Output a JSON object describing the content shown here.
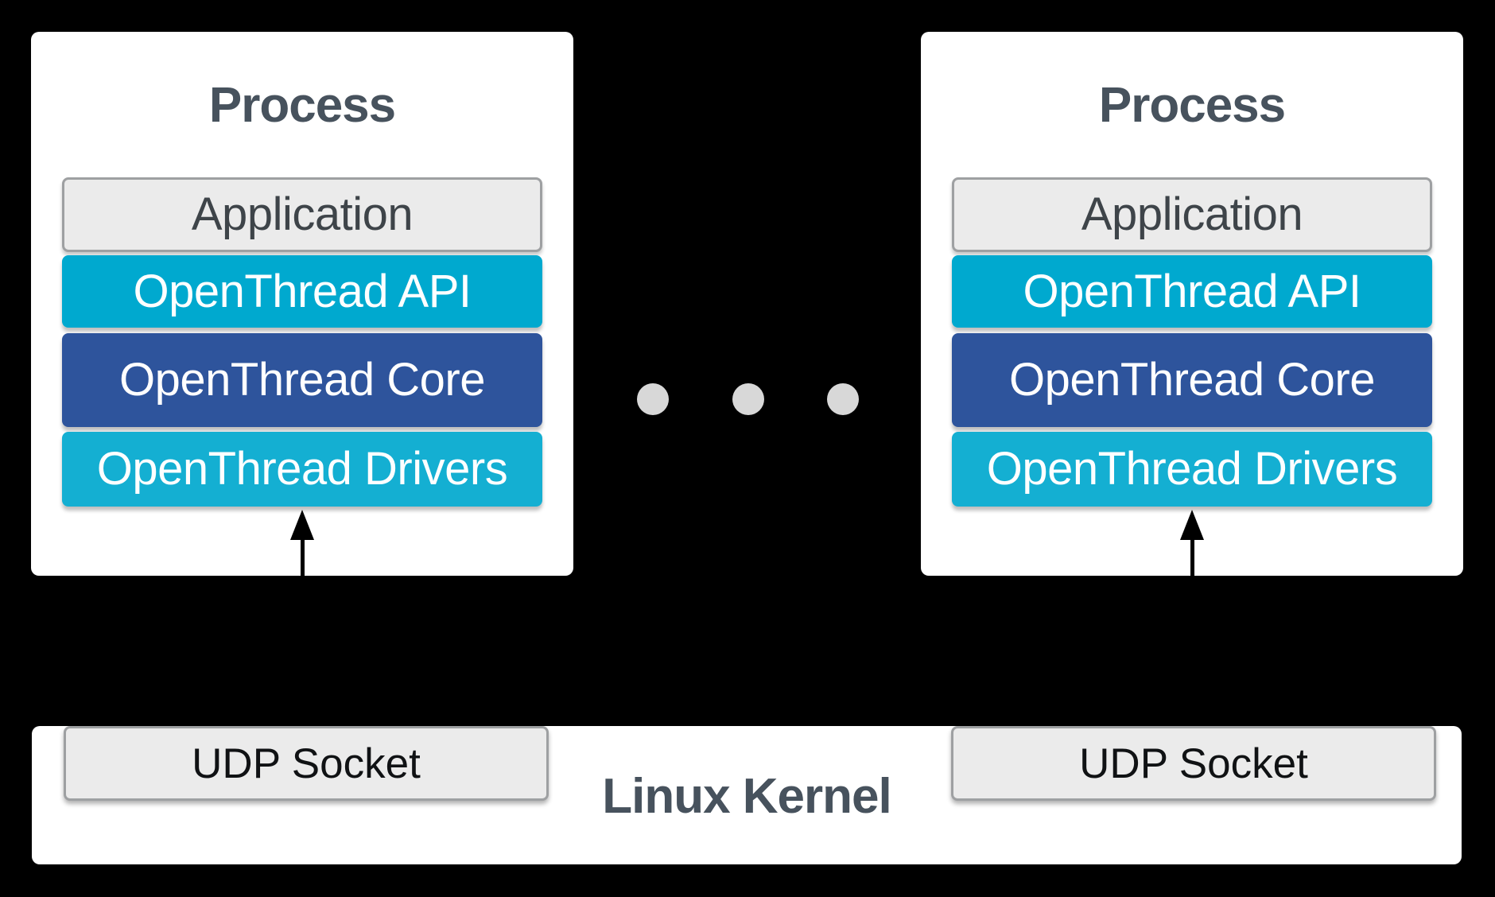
{
  "processes": [
    {
      "title": "Process",
      "layers": [
        {
          "id": "application",
          "label": "Application"
        },
        {
          "id": "openthread-api",
          "label": "OpenThread API"
        },
        {
          "id": "openthread-core",
          "label": "OpenThread Core"
        },
        {
          "id": "openthread-drivers",
          "label": "OpenThread Drivers"
        }
      ]
    },
    {
      "title": "Process",
      "layers": [
        {
          "id": "application",
          "label": "Application"
        },
        {
          "id": "openthread-api",
          "label": "OpenThread API"
        },
        {
          "id": "openthread-core",
          "label": "OpenThread Core"
        },
        {
          "id": "openthread-drivers",
          "label": "OpenThread Drivers"
        }
      ]
    }
  ],
  "separator": {
    "type": "ellipsis",
    "dot_count": 3
  },
  "kernel": {
    "label": "Linux Kernel",
    "sockets": [
      {
        "label": "UDP Socket"
      },
      {
        "label": "UDP Socket"
      }
    ]
  },
  "icons": {
    "up-arrow-icon": "black upward arrow (socket to drivers)",
    "ellipsis-dot": "gray circle"
  },
  "colors": {
    "background": "#000000",
    "panel": "#FFFFFF",
    "api_bar": "#00A9CF",
    "core_bar": "#2E549C",
    "drivers_bar": "#14AFD2",
    "neutral_fill": "#EBEBEB",
    "neutral_border": "#9EA0A2",
    "title_text": "#47525D",
    "bar_text": "#FFFFFF",
    "socket_text": "#101214",
    "dot": "#D8D8D8",
    "arrow": "#000000"
  }
}
